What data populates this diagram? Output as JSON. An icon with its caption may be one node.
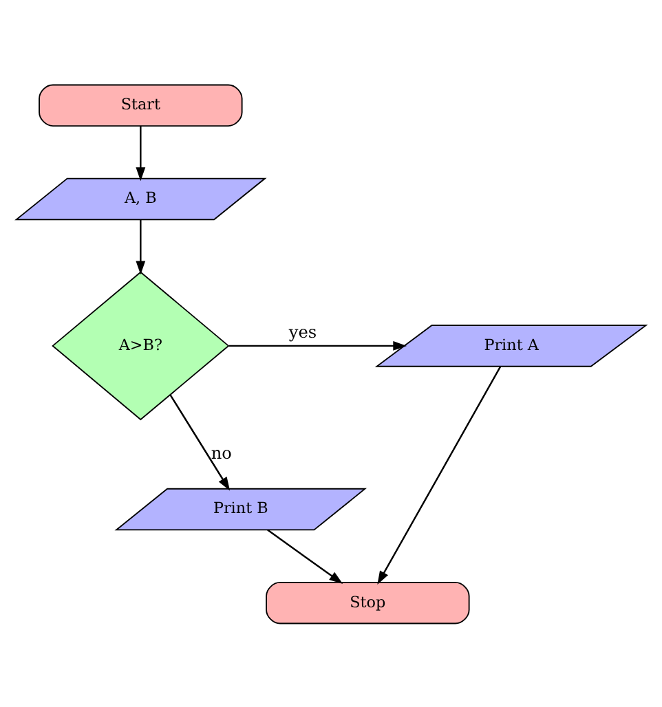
{
  "diagram": {
    "nodes": [
      {
        "text": [
          "Start"
        ]
      },
      {
        "text": [
          "A, B"
        ]
      },
      {
        "text": [
          "A>B?"
        ]
      },
      {
        "text": [
          "Print A"
        ]
      },
      {
        "text": [
          "Print B"
        ]
      },
      {
        "text": [
          "Stop"
        ]
      }
    ],
    "edges": [
      {
        "from": 0,
        "to": 1,
        "arrow": "to"
      },
      {
        "from": 1,
        "to": 2,
        "arrow": "to"
      },
      {
        "from": 2,
        "to": 3,
        "arrow": "to",
        "label": "yes"
      },
      {
        "from": 2,
        "to": 4,
        "arrow": "to",
        "label": "no"
      },
      {
        "from": 4,
        "to": 5,
        "arrow": "to"
      },
      {
        "from": 3,
        "to": 5,
        "arrow": "to"
      }
    ]
  }
}
